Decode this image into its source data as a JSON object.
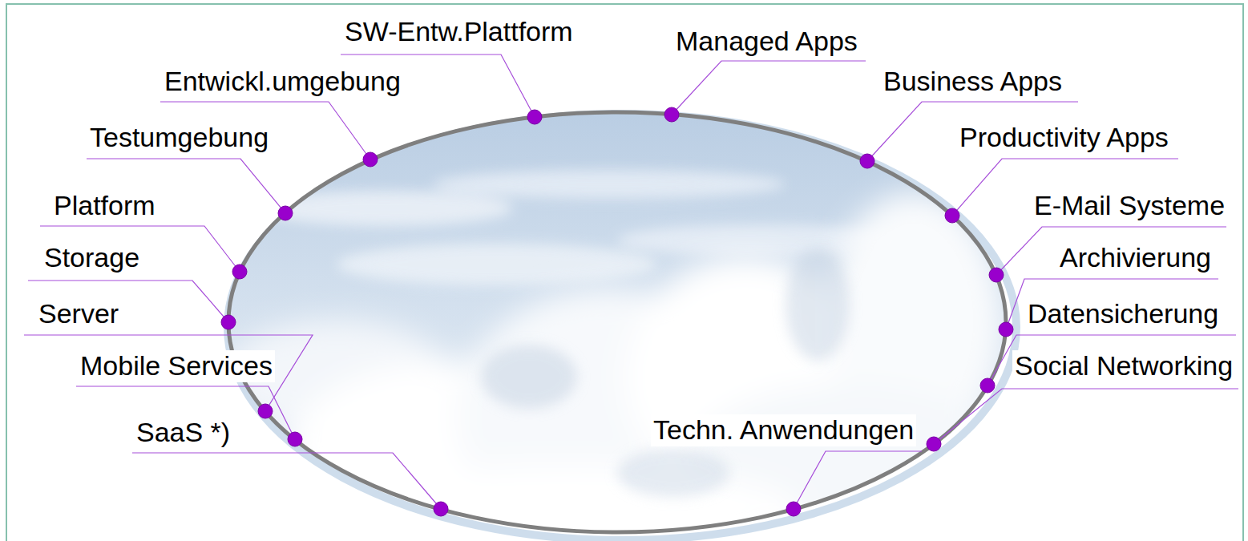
{
  "diagram": {
    "labels": [
      "SW-Entw.Plattform",
      "Managed Apps",
      "Entwickl.umgebung",
      "Business Apps",
      "Testumgebung",
      "Productivity Apps",
      "Platform",
      "E-Mail Systeme",
      "Storage",
      "Archivierung",
      "Server",
      "Datensicherung",
      "Mobile Services",
      "Social Networking",
      "SaaS *)",
      "Techn. Anwendungen"
    ]
  }
}
